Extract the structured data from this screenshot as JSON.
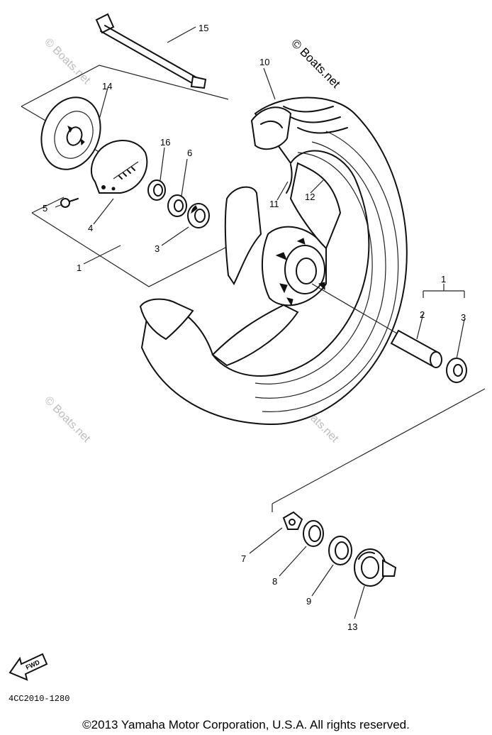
{
  "watermark": {
    "main": "© Boats.net",
    "faint": "© Boats.net"
  },
  "callouts": [
    "15",
    "14",
    "10",
    "16",
    "6",
    "5",
    "4",
    "3",
    "1",
    "11",
    "12",
    "1",
    "2",
    "3",
    "7",
    "8",
    "9",
    "13"
  ],
  "forward_arrow_label": "FWD",
  "diagram_code": "4CC2010-1280",
  "copyright": "©2013 Yamaha Motor Corporation, U.S.A. All rights reserved."
}
